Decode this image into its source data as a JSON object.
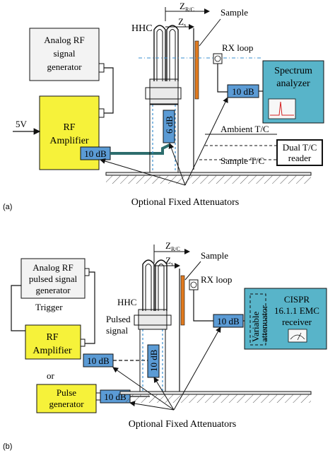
{
  "colors": {
    "amplifier_fill": "#f6f23a",
    "blue_box": "#5b9bd5",
    "analyzer_fill": "#58b4c9",
    "sample_bar": "#e07a1e",
    "dash_blue": "#3a8fd1",
    "ground_hatch": "#555555"
  },
  "panel_a": {
    "label": "(a)",
    "analog_rf": [
      "Analog RF",
      "signal",
      "generator"
    ],
    "amplifier": [
      "RF",
      "Amplifier"
    ],
    "input_voltage": "5V",
    "att_amp": "10 dB",
    "att_vertical": "6 dB",
    "att_analyzer": "10 dB",
    "hhc": "HHC",
    "z_rc": "Z",
    "z_rc_sub": "R/C",
    "z_s": "Z",
    "z_s_sub": "s",
    "sample": "Sample",
    "rx_loop": "RX loop",
    "analyzer": [
      "Spectrum",
      "analyzer"
    ],
    "ambient_tc": "Ambient T/C",
    "sample_tc": "Sample T/C",
    "dual_tc": [
      "Dual T/C",
      "reader"
    ],
    "optional": "Optional Fixed Attenuators"
  },
  "panel_b": {
    "label": "(b)",
    "analog_rf": [
      "Analog RF",
      "pulsed signal",
      "generator"
    ],
    "trigger": "Trigger",
    "amplifier": [
      "RF",
      "Amplifier"
    ],
    "or": "or",
    "pulse": [
      "Pulse",
      "generator"
    ],
    "att_amp": "10 dB",
    "att_pulse": "10 dB",
    "att_vertical": "10 dB",
    "att_receiver": "10 dB",
    "hhc": "HHC",
    "pulsed_signal": [
      "Pulsed",
      "signal"
    ],
    "z_rc": "Z",
    "z_rc_sub": "R/C",
    "z_s": "Z",
    "z_s_sub": "s",
    "sample": "Sample",
    "rx_loop": "RX loop",
    "variable_att": [
      "Variable",
      "attenuator"
    ],
    "receiver": [
      "CISPR",
      "16.1.1 EMC",
      "receiver"
    ],
    "optional": "Optional Fixed Attenuators"
  }
}
